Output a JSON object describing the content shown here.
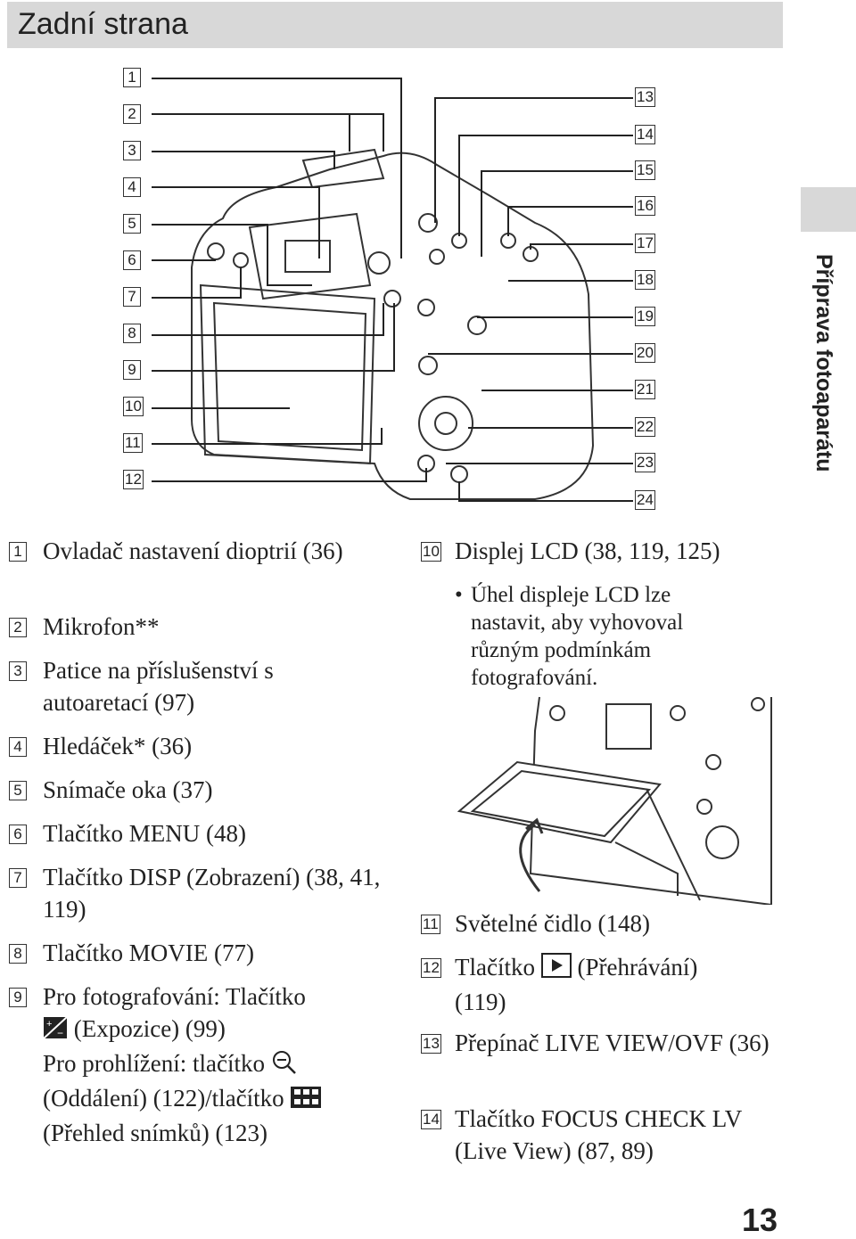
{
  "header": {
    "title": "Zadní strana"
  },
  "side_tab": {
    "text": "Příprava fotoaparátu"
  },
  "page_number": "13",
  "diagram_labels": [
    "1",
    "2",
    "3",
    "4",
    "5",
    "6",
    "7",
    "8",
    "9",
    "10",
    "11",
    "12",
    "13",
    "14",
    "15",
    "16",
    "17",
    "18",
    "19",
    "20",
    "21",
    "22",
    "23",
    "24"
  ],
  "items_left": [
    {
      "num": "1",
      "text": "Ovladač nastavení dioptrií (36)"
    },
    {
      "num": "2",
      "text": "Mikrofon**"
    },
    {
      "num": "3",
      "text": "Patice na příslušenství s autoaretací (97)"
    },
    {
      "num": "4",
      "text": "Hledáček* (36)"
    },
    {
      "num": "5",
      "text": "Snímače oka (37)"
    },
    {
      "num": "6",
      "text": "Tlačítko MENU (48)"
    },
    {
      "num": "7",
      "text": "Tlačítko DISP (Zobrazení) (38, 41, 119)"
    },
    {
      "num": "8",
      "text": "Tlačítko MOVIE (77)"
    }
  ],
  "item9": {
    "num": "9",
    "line1": "Pro fotografování: Tlačítko",
    "line2": "(Expozice) (99)",
    "line3": "Pro prohlížení: tlačítko",
    "line4a": "(Oddálení) (122)/tlačítko",
    "line5": "(Přehled snímků) (123)"
  },
  "item10": {
    "num": "10",
    "text": "Displej LCD (38, 119, 125)",
    "bullet": "Úhel displeje LCD lze nastavit, aby vyhovoval různým podmínkám fotografování."
  },
  "item11": {
    "num": "11",
    "text": "Světelné čidlo (148)"
  },
  "item12": {
    "num": "12",
    "text_a": "Tlačítko",
    "text_b": "(Přehrávání)",
    "text_c": "(119)"
  },
  "item13": {
    "num": "13",
    "text": "Přepínač LIVE VIEW/OVF (36)"
  },
  "item14": {
    "num": "14",
    "text": "Tlačítko FOCUS CHECK LV (Live View) (87, 89)"
  }
}
